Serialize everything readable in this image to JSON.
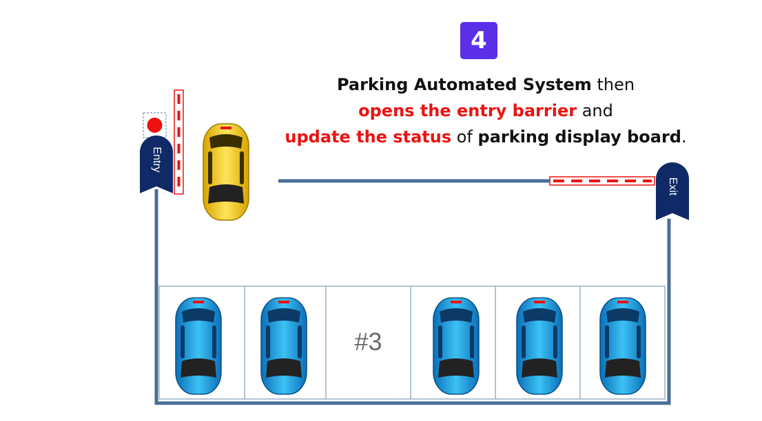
{
  "step": {
    "number": "4"
  },
  "caption": {
    "line1_bold": "Parking Automated System",
    "line1_rest": " then",
    "line2_red": "opens the entry barrier",
    "line2_rest": " and",
    "line3_red": "update the status",
    "line3_mid": " of ",
    "line3_bold": "parking display board",
    "line3_end": "."
  },
  "signs": {
    "entry": "Entry",
    "exit": "Exit"
  },
  "parking_slots": [
    {
      "slot": 1,
      "occupied": true
    },
    {
      "slot": 2,
      "occupied": true
    },
    {
      "slot": 3,
      "occupied": false,
      "label": "#3"
    },
    {
      "slot": 4,
      "occupied": true
    },
    {
      "slot": 5,
      "occupied": true
    },
    {
      "slot": 6,
      "occupied": true
    }
  ],
  "colors": {
    "badge": "#5b2ee8",
    "sign": "#0f2a66",
    "road": "#4a6f96",
    "barrier_stripe": "#ee1111",
    "indicator_light": "#ee1111",
    "parked_car": "#1ea0e8",
    "arriving_car": "#f6c914"
  }
}
